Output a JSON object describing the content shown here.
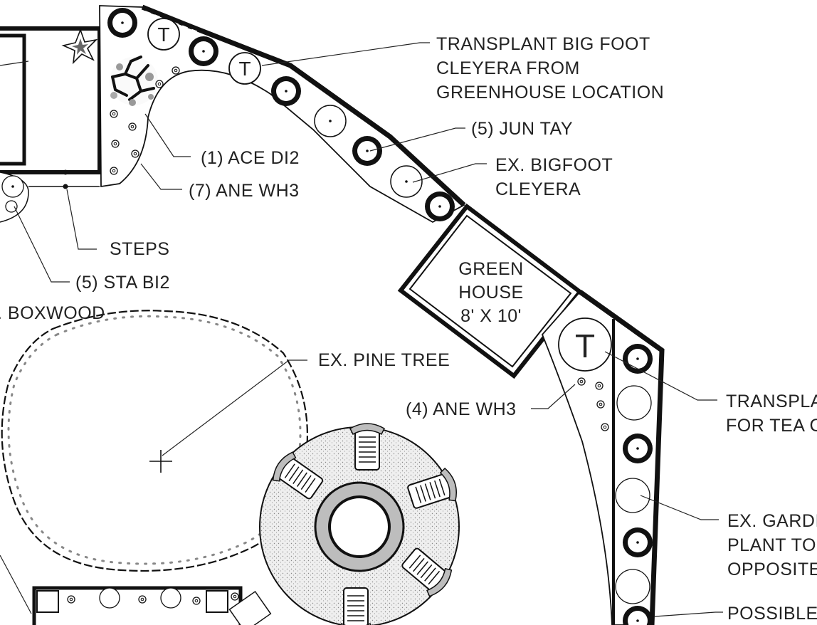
{
  "labels": {
    "transplant_big_foot": [
      "TRANSPLANT BIG FOOT",
      "CLEYERA FROM",
      "GREENHOUSE LOCATION"
    ],
    "jun_tay": "(5) JUN TAY",
    "ex_bigfoot": [
      "EX. BIGFOOT",
      "CLEYERA"
    ],
    "ace_di2": "(1) ACE DI2",
    "ane_wh3_7": "(7) ANE WH3",
    "steps": "STEPS",
    "sta_bi2": "(5) STA BI2",
    "boxwood": ". BOXWOOD",
    "pine_tree": "EX. PINE TREE",
    "ane_wh3_4": "(4) ANE WH3",
    "greenhouse": [
      "GREEN",
      "HOUSE",
      "8' X 10'"
    ],
    "transplant_tea": [
      "TRANSPLA",
      "FOR TEA C"
    ],
    "ex_garden": [
      "EX. GARDI",
      "PLANT TO",
      "OPPOSITE"
    ],
    "possible": "POSSIBLE"
  },
  "symbols": {
    "transplant_marker": "T"
  },
  "colors": {
    "ink": "#111111",
    "paving": "#e6e6e6",
    "gray_accent": "#bdbdbd",
    "background": "#ffffff"
  }
}
